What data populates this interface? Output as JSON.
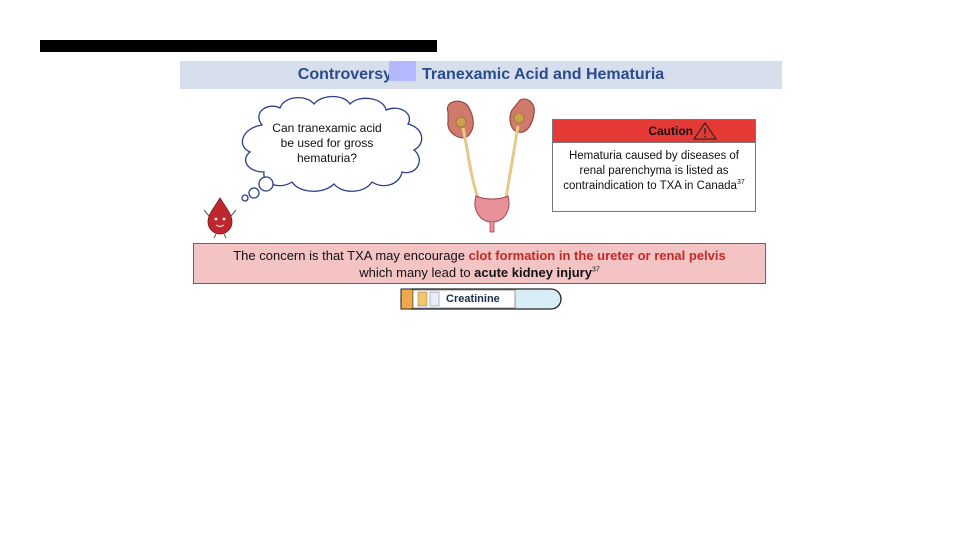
{
  "title": {
    "left": "Controversy",
    "right": "Tranexamic Acid and Hematuria"
  },
  "thought_bubble": {
    "text": "Can tranexamic acid be used for gross hematuria?"
  },
  "caution": {
    "title": "Caution",
    "icon": "warning-triangle-icon",
    "body": "Hematuria caused by diseases of renal parenchyma is listed as contraindication to TXA in Canada",
    "ref": "37"
  },
  "concern": {
    "part1": "The concern is that TXA may encourage ",
    "highlight": "clot formation in the ureter or renal pelvis",
    "part2": "which many lead to ",
    "bold": "acute kidney injury",
    "ref": "37"
  },
  "tube": {
    "label": "Creatinine"
  },
  "colors": {
    "title_band": "#d6dfeb",
    "title_text": "#2c4b8e",
    "caution_header": "#e53935",
    "concern_bg": "#f4c4c5",
    "concern_border": "#dd3333",
    "concern_highlight": "#c62828"
  }
}
